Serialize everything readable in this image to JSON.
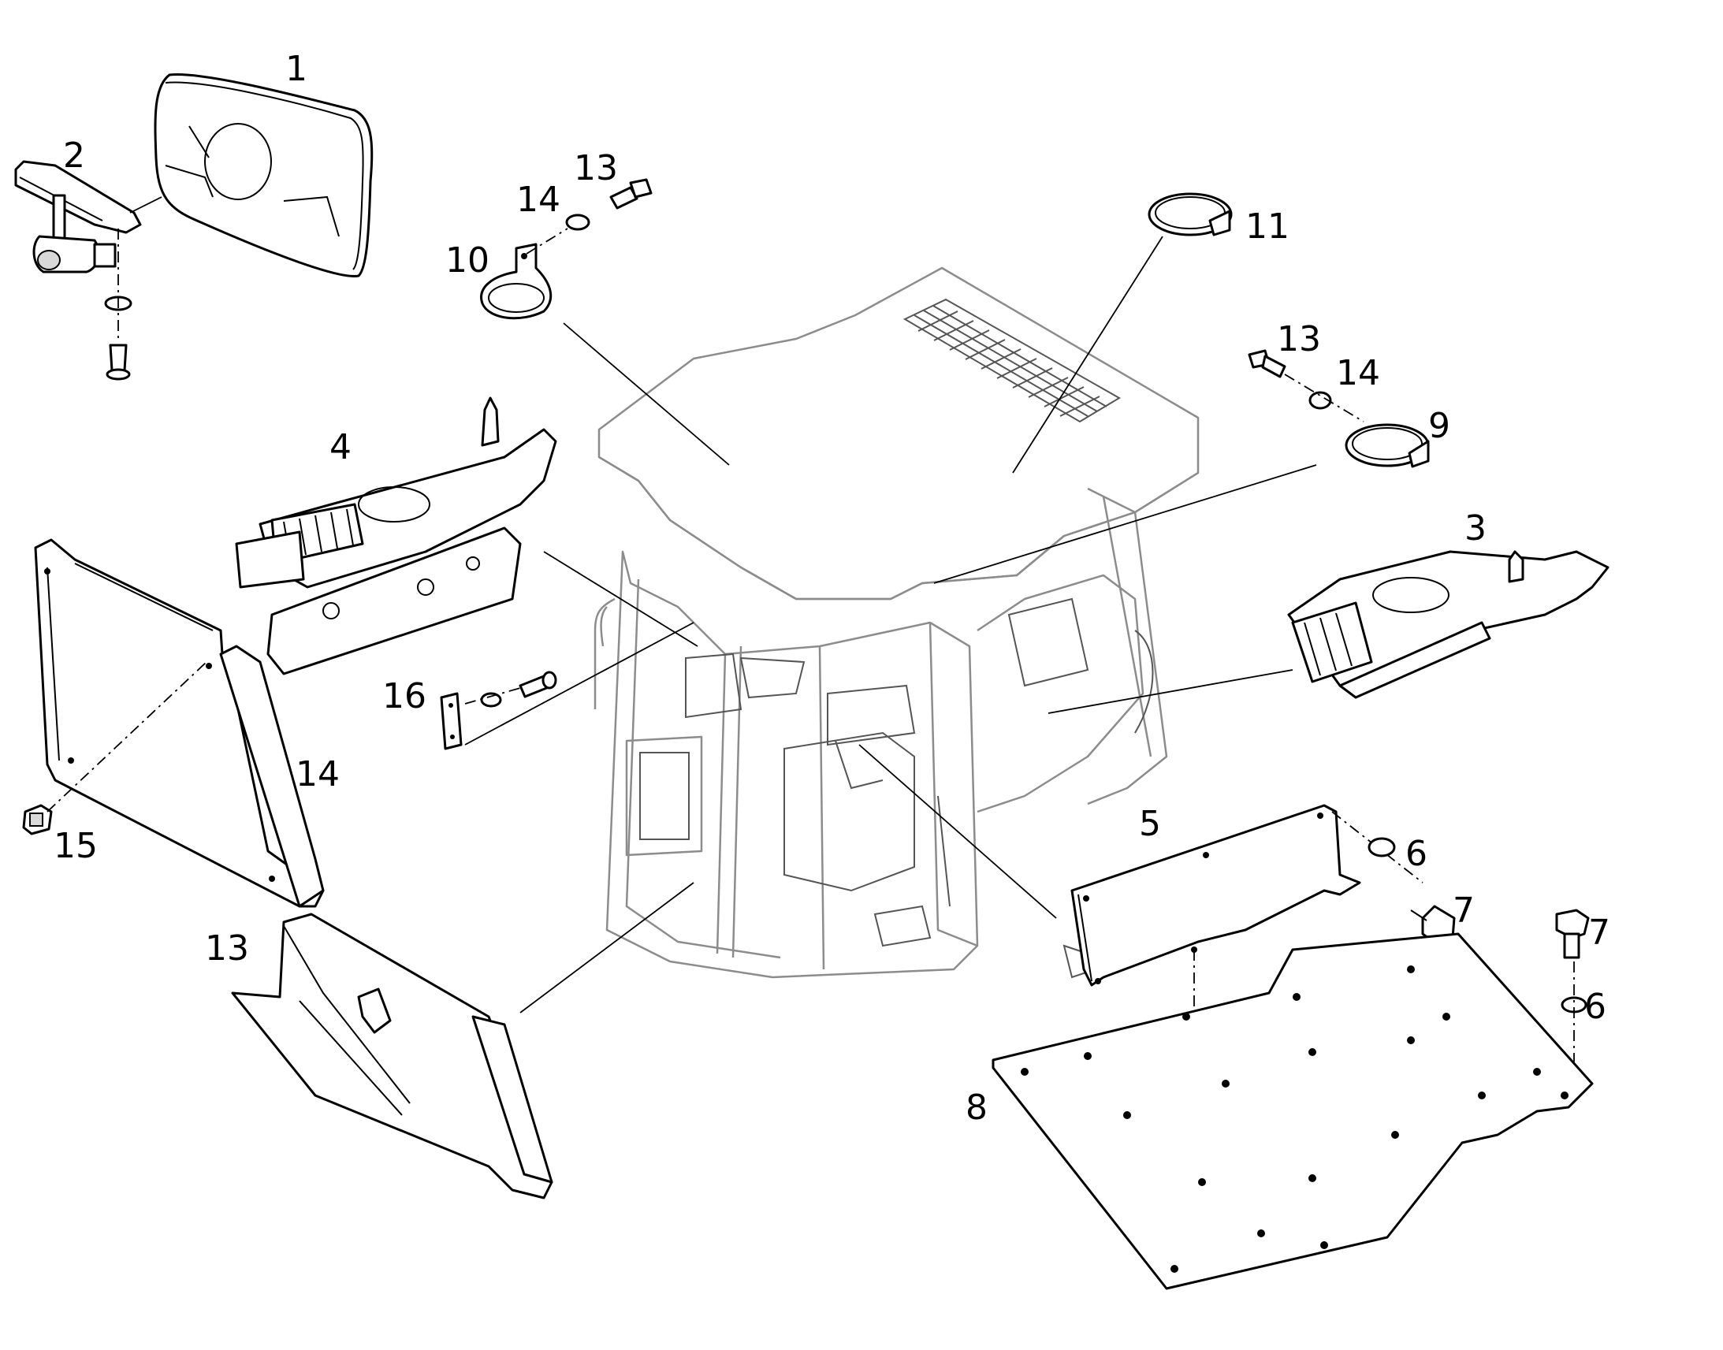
{
  "diagram": {
    "callouts": {
      "c1": "1",
      "c2": "2",
      "c3": "3",
      "c4": "4",
      "c5": "5",
      "c6a": "6",
      "c6b": "6",
      "c7a": "7",
      "c7b": "7",
      "c8": "8",
      "c9": "9",
      "c10": "10",
      "c11": "11",
      "c13a": "13",
      "c13b": "13",
      "c13c": "13",
      "c14a": "14",
      "c14b": "14",
      "c14c": "14",
      "c15": "15",
      "c16": "16"
    }
  }
}
